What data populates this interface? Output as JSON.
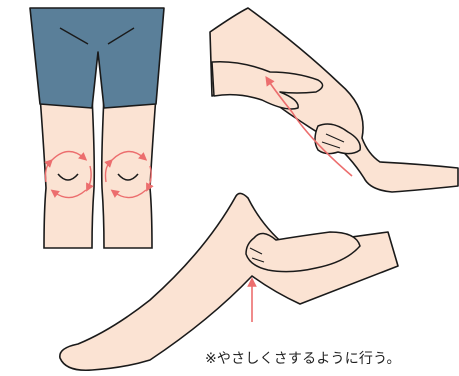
{
  "note": "※やさしくさするように行う。",
  "colors": {
    "skin": "#fbe3d3",
    "outline": "#1a1a1a",
    "shorts": "#5a7f99",
    "arrow": "#ec6e6e"
  },
  "figures": [
    {
      "name": "knees-front-circular-massage",
      "icon": "circular-arrows-icon"
    },
    {
      "name": "calf-upward-stroke",
      "icon": "upward-curved-arrow-icon"
    },
    {
      "name": "thigh-upward-stroke",
      "icon": "upward-arrow-icon"
    }
  ]
}
